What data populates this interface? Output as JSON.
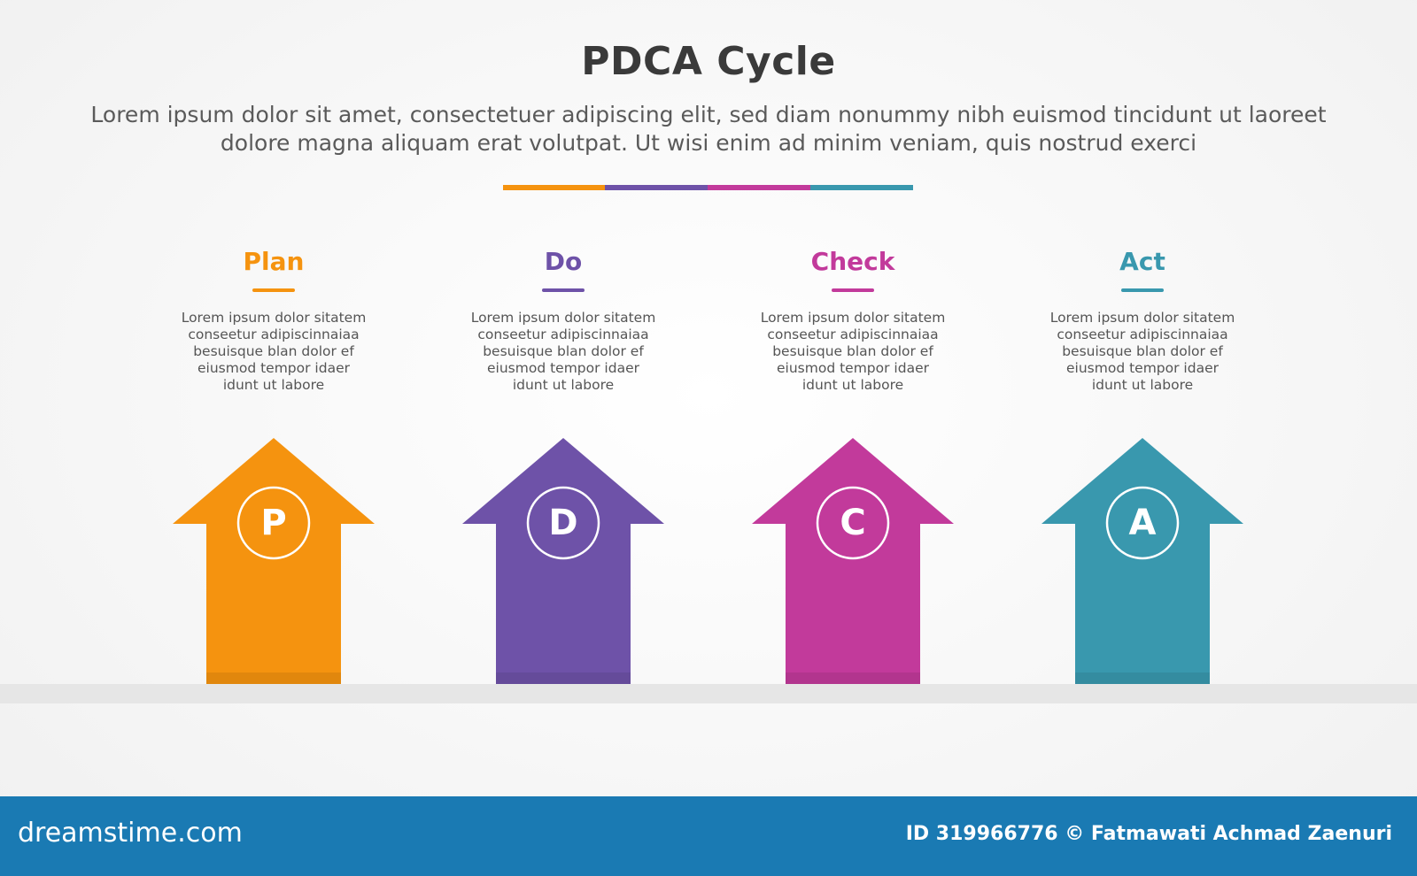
{
  "header": {
    "title": "PDCA Cycle",
    "subtitle": "Lorem ipsum dolor sit amet, consectetuer adipiscing elit, sed diam nonummy nibh euismod tincidunt ut laoreet dolore magna aliquam erat volutpat. Ut wisi enim ad minim veniam, quis nostrud exerci"
  },
  "steps": [
    {
      "title": "Plan",
      "letter": "P",
      "color": "#F5930F",
      "description": "Lorem ipsum dolor sitatem\nconseetur adipiscinnaiaa\nbesuisque blan dolor ef\neiusmod tempor idaer\nidunt ut labore"
    },
    {
      "title": "Do",
      "letter": "D",
      "color": "#6E52A8",
      "description": "Lorem ipsum dolor sitatem\nconseetur adipiscinnaiaa\nbesuisque blan dolor ef\neiusmod tempor idaer\nidunt ut labore"
    },
    {
      "title": "Check",
      "letter": "C",
      "color": "#C23A9B",
      "description": "Lorem ipsum dolor sitatem\nconseetur adipiscinnaiaa\nbesuisque blan dolor ef\neiusmod tempor idaer\nidunt ut labore"
    },
    {
      "title": "Act",
      "letter": "A",
      "color": "#3998AE",
      "description": "Lorem ipsum dolor sitatem\nconseetur adipiscinnaiaa\nbesuisque blan dolor ef\neiusmod tempor idaer\nidunt ut labore"
    }
  ],
  "footer": {
    "logo": "dreamstime.com",
    "credit": "ID 319966776 © Fatmawati  Achmad Zaenuri",
    "bar_color": "#1A7AB3"
  }
}
